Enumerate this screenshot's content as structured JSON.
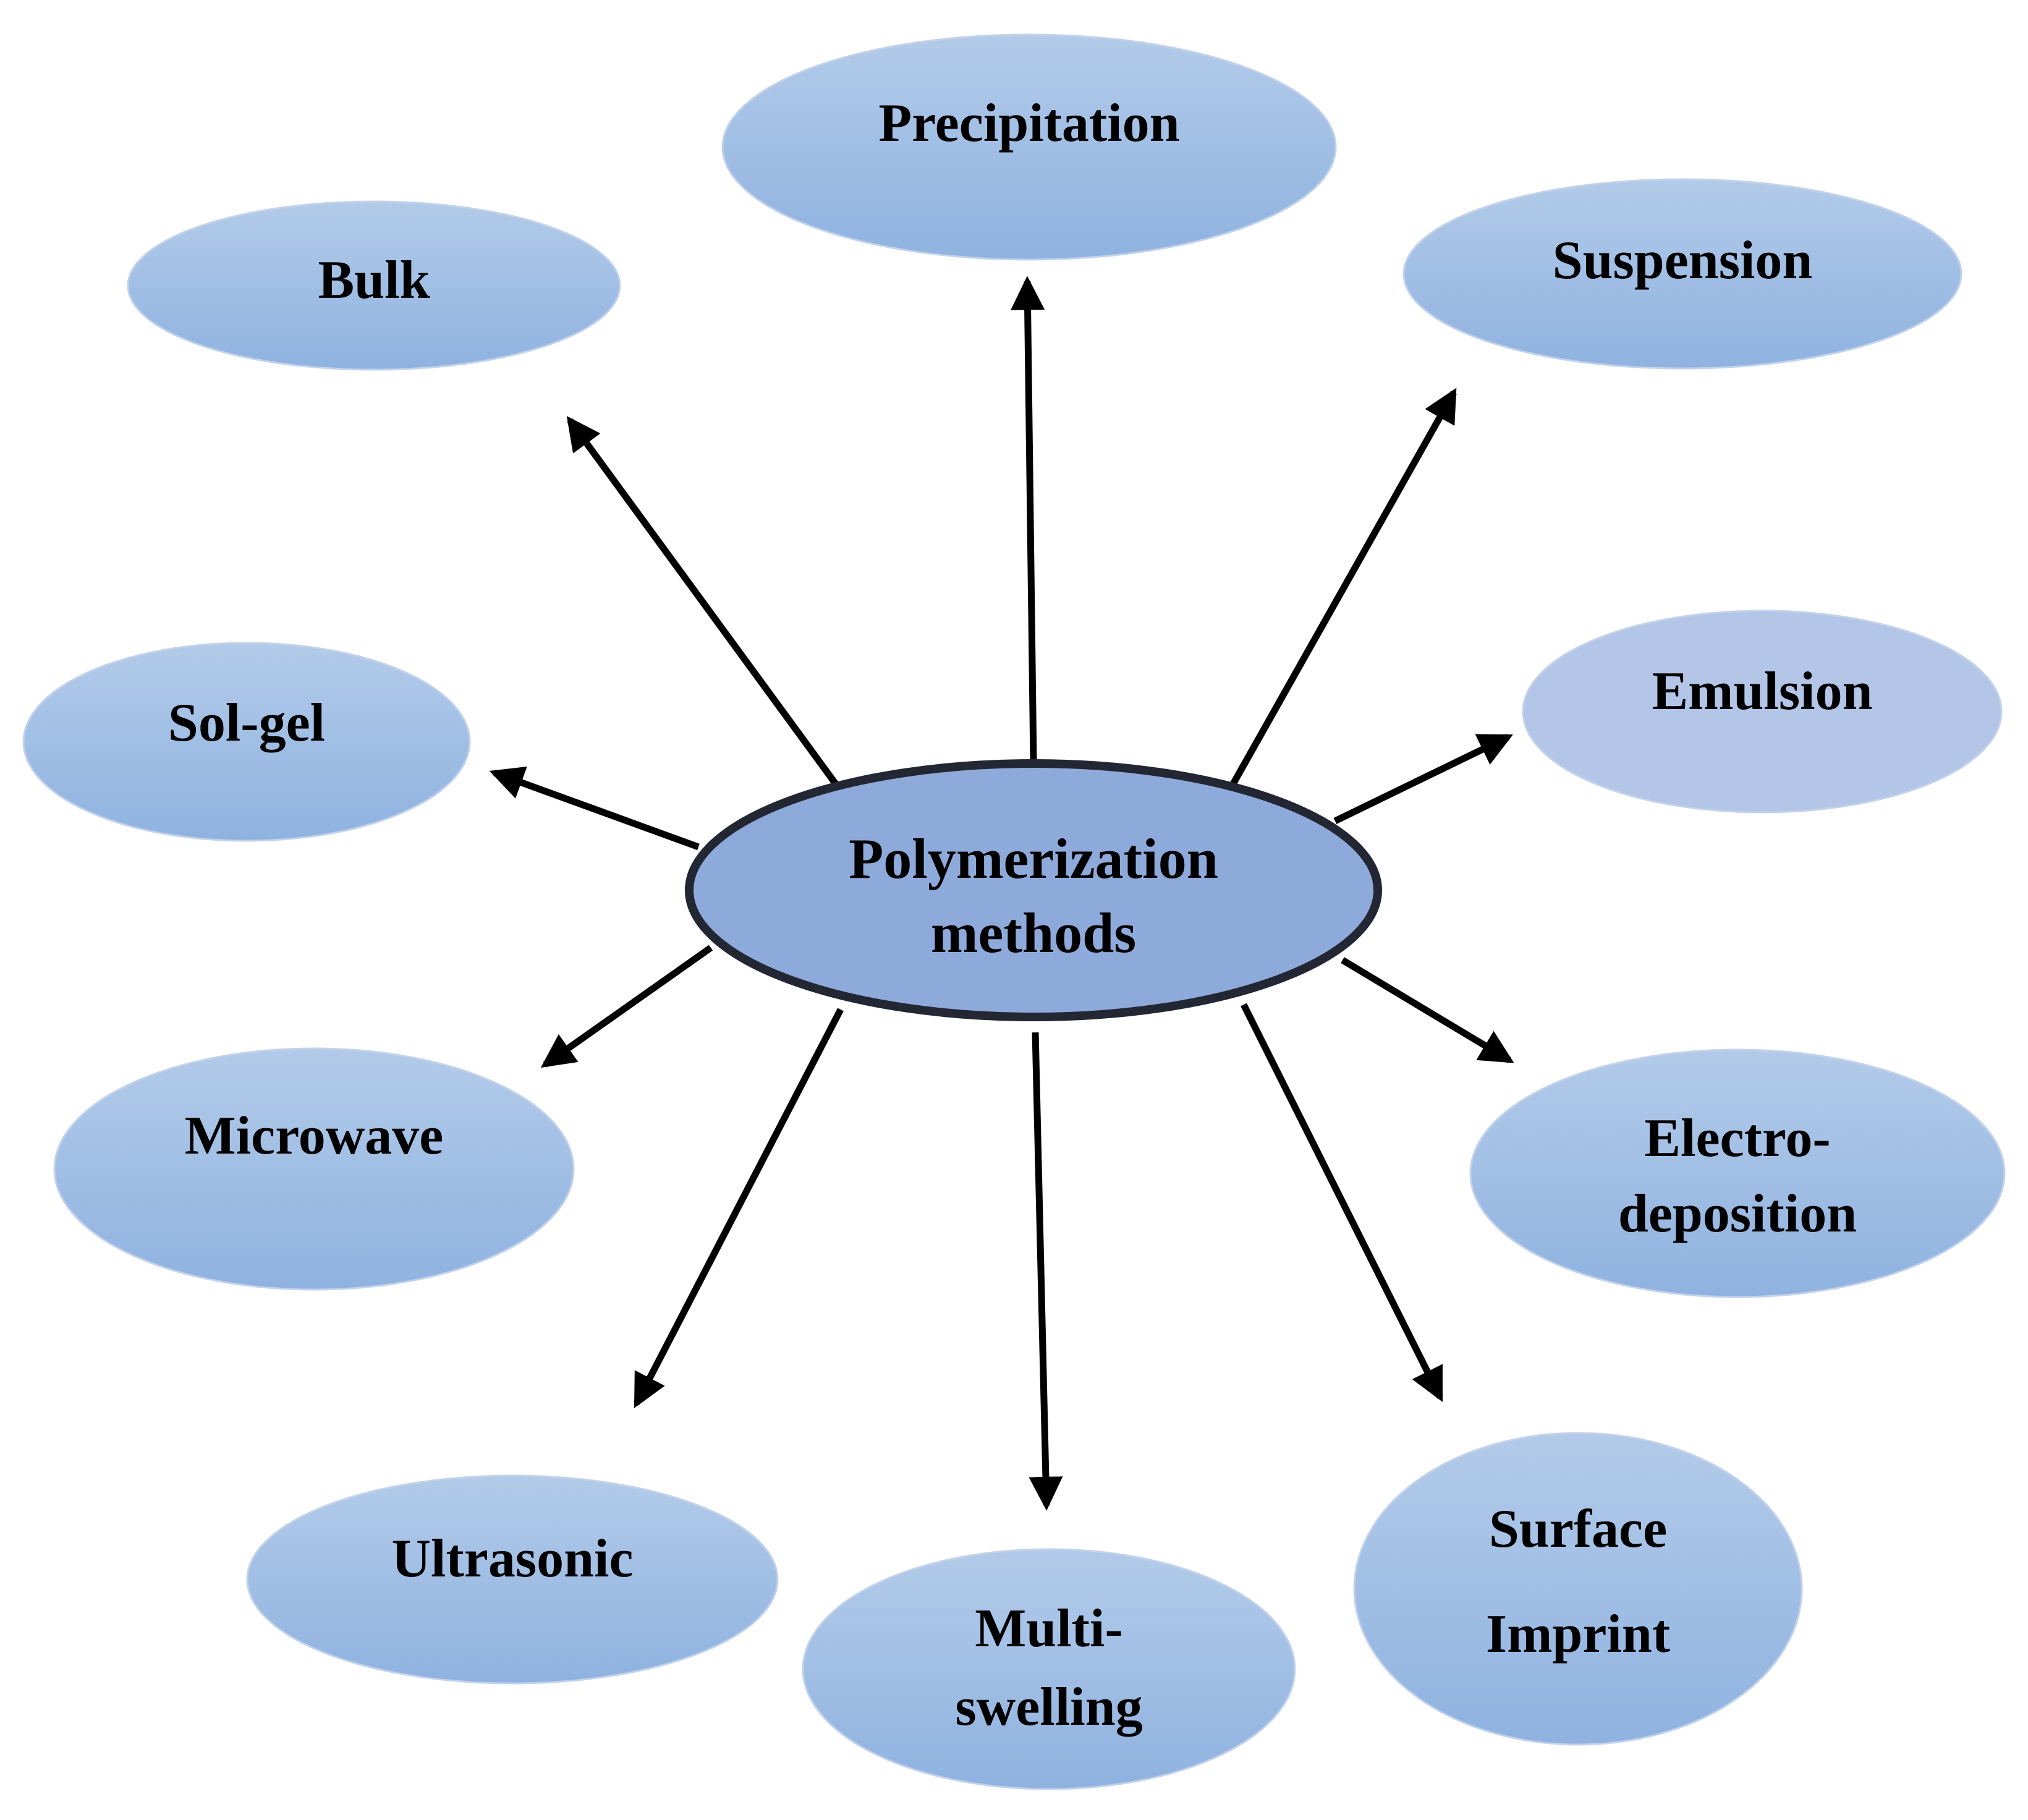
{
  "center": {
    "lines": [
      "Polymerization",
      "methods"
    ]
  },
  "nodes": [
    {
      "id": "precipitation",
      "lines": [
        "Precipitation"
      ]
    },
    {
      "id": "bulk",
      "lines": [
        "Bulk"
      ]
    },
    {
      "id": "suspension",
      "lines": [
        "Suspension"
      ]
    },
    {
      "id": "sol-gel",
      "lines": [
        "Sol-gel"
      ]
    },
    {
      "id": "emulsion",
      "lines": [
        "Emulsion"
      ]
    },
    {
      "id": "microwave",
      "lines": [
        "Microwave"
      ]
    },
    {
      "id": "electrodeposition",
      "lines": [
        "Electro-",
        "deposition"
      ]
    },
    {
      "id": "ultrasonic",
      "lines": [
        "Ultrasonic"
      ]
    },
    {
      "id": "multi-swelling",
      "lines": [
        "Multi-",
        "swelling"
      ]
    },
    {
      "id": "surface-imprint",
      "lines": [
        "Surface",
        "Imprint"
      ]
    }
  ],
  "colors": {
    "node_top": "#b3cbe9",
    "node_bottom": "#8fb2e0",
    "node_flat": "#b4c6e7",
    "node_stroke": "#c2d2ea",
    "center_fill": "#8eaadb",
    "center_stroke": "#232733",
    "arrow": "#000000"
  }
}
